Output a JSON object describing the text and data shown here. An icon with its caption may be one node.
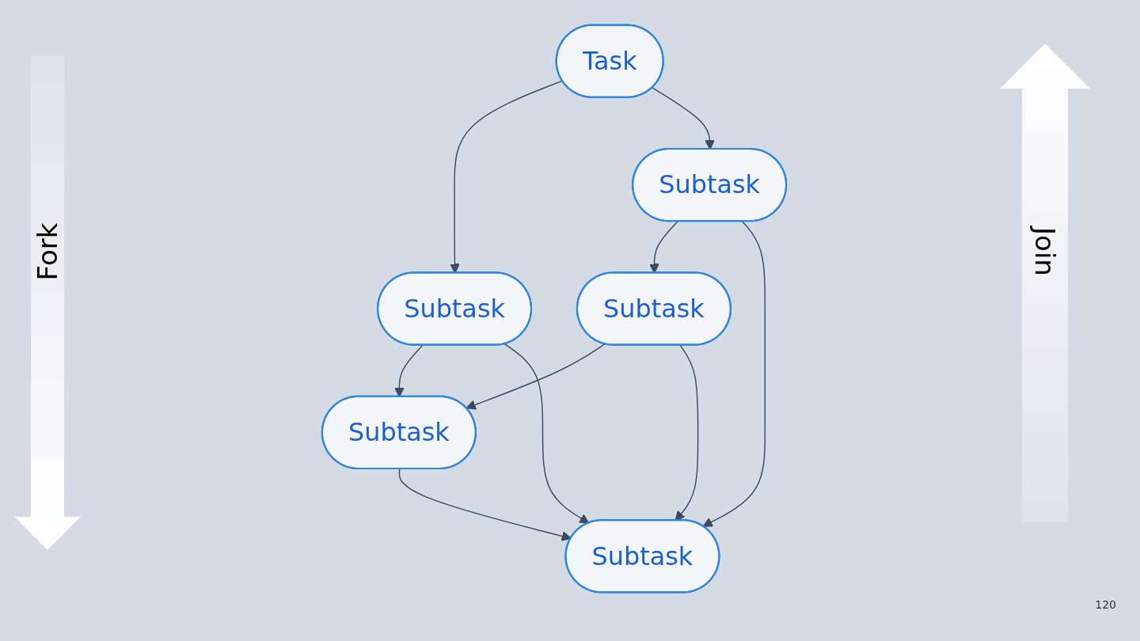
{
  "diagram": {
    "nodes": [
      {
        "text": [
          "Task"
        ]
      },
      {
        "text": [
          "Subtask"
        ]
      },
      {
        "text": [
          "Subtask"
        ]
      },
      {
        "text": [
          "Subtask"
        ]
      },
      {
        "text": [
          "Subtask"
        ]
      },
      {
        "text": [
          "Subtask"
        ]
      }
    ],
    "edges": [
      {
        "from": 0,
        "to": 1,
        "arrow": "to"
      },
      {
        "from": 0,
        "to": 2,
        "arrow": "to"
      },
      {
        "from": 1,
        "to": 4,
        "arrow": "to"
      },
      {
        "from": 1,
        "to": 5,
        "arrow": "to"
      },
      {
        "from": 2,
        "to": 3,
        "arrow": "to"
      },
      {
        "from": 2,
        "to": 5,
        "arrow": "to"
      },
      {
        "from": 3,
        "to": 4,
        "arrow": "to"
      },
      {
        "from": 3,
        "to": 5,
        "arrow": "to"
      },
      {
        "from": 4,
        "to": 5,
        "arrow": "to"
      }
    ],
    "labels": [
      "Fork",
      "Join",
      "120"
    ]
  }
}
